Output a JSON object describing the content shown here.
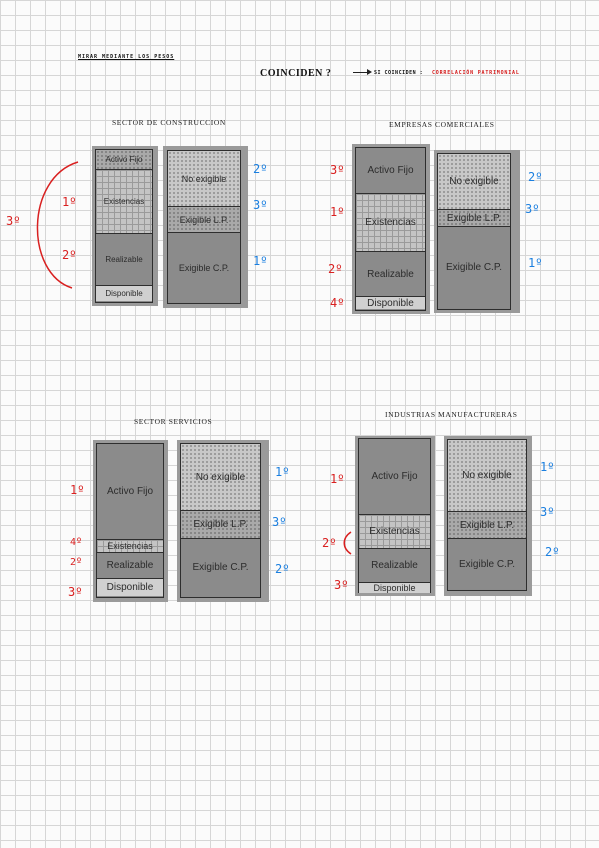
{
  "header": {
    "note": "MIRAR MEDIANTE LOS PESOS",
    "title": "COINCIDEN ?",
    "answer_prefix": "SI COINCIDEN :",
    "answer_highlight": "CORRELACIÓN PATRIMONIAL"
  },
  "sections": [
    {
      "title": "SECTOR DE CONSTRUCCION",
      "assets": [
        "Activo Fijo",
        "Existencias",
        "Realizable",
        "Disponible"
      ],
      "liabilities": [
        "No exigible",
        "Exigible L.P.",
        "Exigible C.P."
      ],
      "red_marks": [
        "1º",
        "2º",
        "3º"
      ],
      "blue_marks": [
        "2º",
        "3º",
        "1º"
      ]
    },
    {
      "title": "EMPRESAS COMERCIALES",
      "assets": [
        "Activo Fijo",
        "Existencias",
        "Realizable",
        "Disponible"
      ],
      "liabilities": [
        "No exigible",
        "Exigible L.P.",
        "Exigible C.P."
      ],
      "red_marks": [
        "3º",
        "1º",
        "2º",
        "4º"
      ],
      "blue_marks": [
        "2º",
        "3º",
        "1º"
      ]
    },
    {
      "title": "SECTOR SERVICIOS",
      "assets": [
        "Activo Fijo",
        "Existencias",
        "Realizable",
        "Disponible"
      ],
      "liabilities": [
        "No exigible",
        "Exigible L.P.",
        "Exigible C.P."
      ],
      "red_marks": [
        "1º",
        "4º",
        "2º",
        "3º"
      ],
      "blue_marks": [
        "1º",
        "3º",
        "2º"
      ]
    },
    {
      "title": "INDUSTRIAS MANUFACTURERAS",
      "assets": [
        "Activo Fijo",
        "Existencias",
        "Realizable",
        "Disponible"
      ],
      "liabilities": [
        "No exigible",
        "Exigible L.P.",
        "Exigible C.P."
      ],
      "red_marks": [
        "1º",
        "2º",
        "3º"
      ],
      "blue_marks": [
        "1º",
        "3º",
        "2º"
      ]
    }
  ],
  "colors": {
    "red_ink": "#d92020",
    "blue_ink": "#1a7fe0"
  }
}
